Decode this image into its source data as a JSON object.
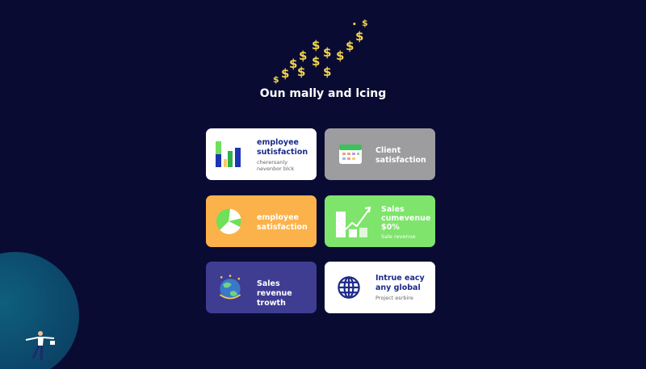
{
  "header": {
    "title": "Oun mally and lcing",
    "icon": "dollar-signs-arrow-icon"
  },
  "cards": [
    {
      "title1": "employee",
      "title2": "sutisfaction",
      "subtitle": "cherersanly nevenbor blck",
      "icon": "bar-chart-icon",
      "color": "#ffffff"
    },
    {
      "title1": "Client",
      "title2": "satisfaction",
      "icon": "calendar-icon",
      "color": "#9d9c9f"
    },
    {
      "title1": "employee",
      "title2": "satisfaction",
      "icon": "pie-chart-icon",
      "color": "#fcb24a"
    },
    {
      "title1": "Sales",
      "title2": "cumevenue",
      "title3": "$0%",
      "subtitle": "Sale revenue",
      "icon": "growth-chart-icon",
      "color": "#7ee46c"
    },
    {
      "title1": "Sales revenue",
      "title2": "trowth",
      "icon": "globe-plants-icon",
      "color": "#3f3d92"
    },
    {
      "title1": "Intrue eacy",
      "title2": "any global",
      "subtitle": "Project esrbire",
      "icon": "globe-icon",
      "color": "#ffffff"
    }
  ]
}
